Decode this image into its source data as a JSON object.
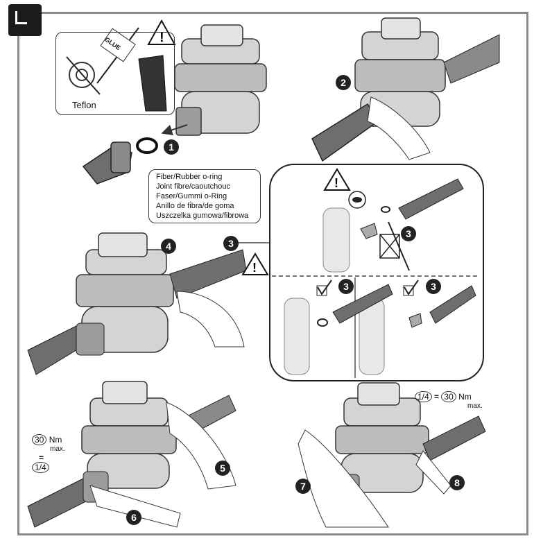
{
  "labels": {
    "teflon": "Teflon",
    "glue": "GLUE"
  },
  "oring_callout": [
    "Fiber/Rubber o-ring",
    "Joint fibre/caoutchouc",
    "Faser/Gummi o-Ring",
    "Anillo de fibra/de goma",
    "Uszczelka gumowa/fibrowa"
  ],
  "steps": {
    "s1": "1",
    "s2": "2",
    "s3": "3",
    "s4": "4",
    "s5": "5",
    "s6": "6",
    "s7": "7",
    "s8": "8"
  },
  "torque_left": {
    "value": "30",
    "unit": "Nm",
    "max": "max.",
    "eq": "=",
    "fraction": "1/4"
  },
  "torque_right": {
    "fraction": "1/4",
    "eq": "=",
    "value": "30",
    "unit": "Nm",
    "max": "max."
  },
  "colors": {
    "frame": "#8a8a8a",
    "ink": "#222222",
    "pipe": "#6e6e6e",
    "body": "#cfcfcf"
  }
}
